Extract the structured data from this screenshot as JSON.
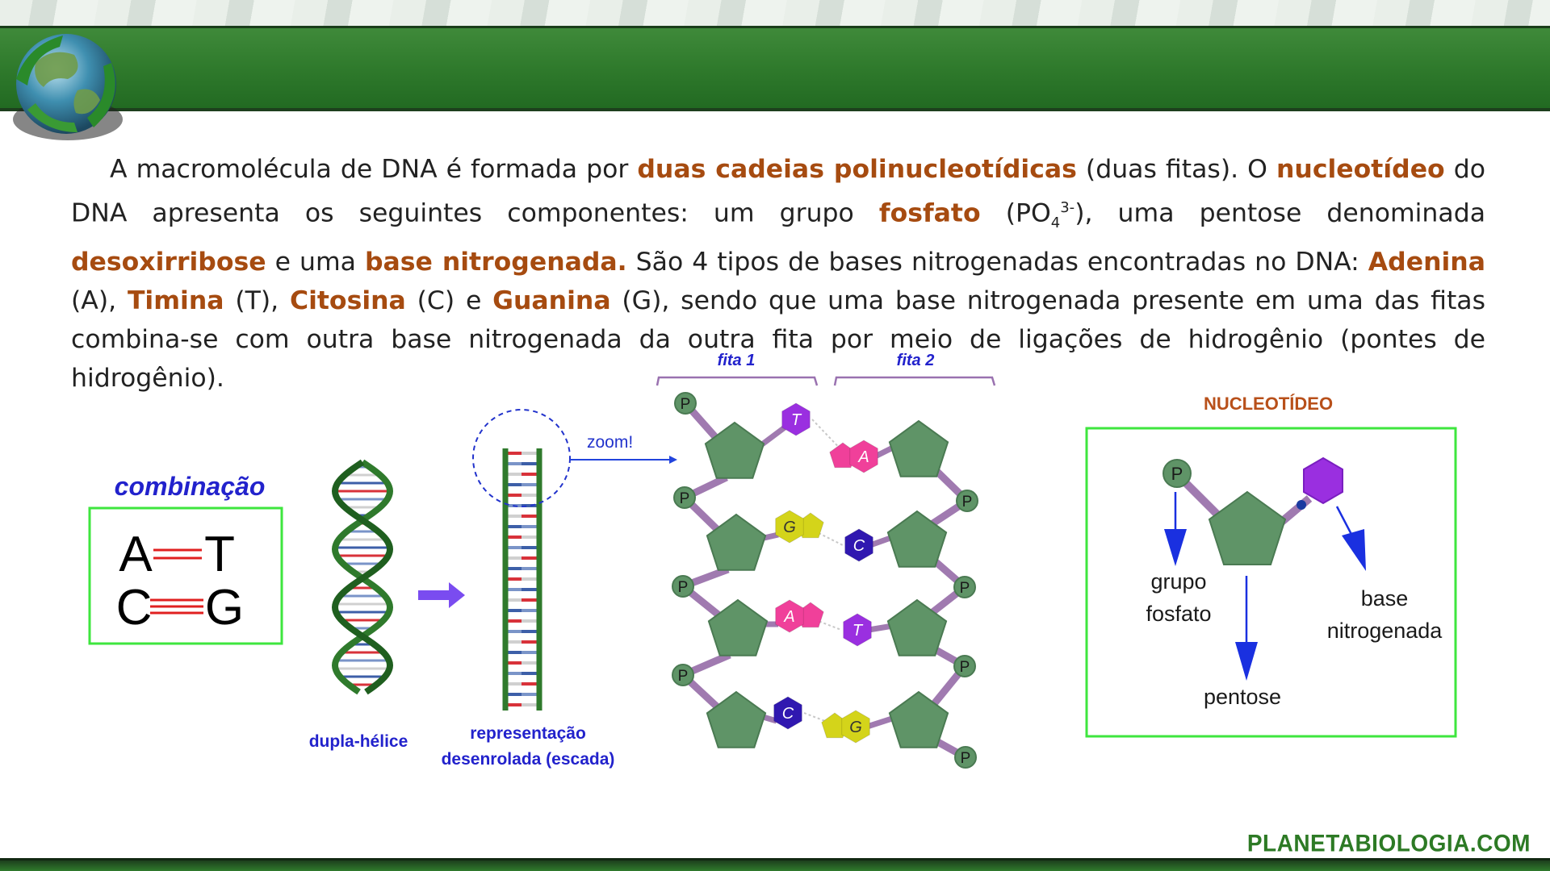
{
  "paragraph": {
    "p1": "A macromolécula de DNA é formada por ",
    "h1": "duas cadeias polinucleotídicas",
    "p2": " (duas fitas). O ",
    "h2": "nucleotídeo",
    "p3": " do DNA apresenta os seguintes componentes: um grupo ",
    "h3": "fosfato",
    "p4": " (PO",
    "sub": "4",
    "sup": "3-",
    "p5": "), uma pentose denominada ",
    "h4": "desoxirribose",
    "p6": " e uma ",
    "h5": "base nitrogenada.",
    "p7": "  São 4 tipos de bases nitrogenadas encontradas no DNA: ",
    "h6": "Adenina",
    "p8": " (A), ",
    "h7": "Timina",
    "p9": " (T), ",
    "h8": "Citosina",
    "p10": " (C) e ",
    "h9": "Guanina",
    "p11": " (G), sendo que uma base nitrogenada presente em uma das fitas combina-se com outra base nitrogenada da outra fita por meio de ligações de hidrogênio (pontes de hidrogênio)."
  },
  "combination": {
    "title": "combinação",
    "row1": {
      "left": "A",
      "right": "T"
    },
    "row2": {
      "left": "C",
      "right": "G"
    }
  },
  "labels": {
    "double_helix": "dupla-hélice",
    "ladder_line1": "representação",
    "ladder_line2": "desenrolada (escada)",
    "zoom": "zoom!",
    "strand1": "fita 1",
    "strand2": "fita 2",
    "phosphate": "P"
  },
  "bases": {
    "left": [
      "T",
      "G",
      "A",
      "C"
    ],
    "right": [
      "A",
      "C",
      "T",
      "G"
    ]
  },
  "nucleotide": {
    "title": "NUCLEOTÍDEO",
    "phosphate_label_1": "grupo",
    "phosphate_label_2": "fosfato",
    "pentose_label": "pentose",
    "base_label_1": "base",
    "base_label_2": "nitrogenada",
    "phosphate": "P"
  },
  "footer": {
    "site": "PLANETABIOLOGIA.COM"
  },
  "colors": {
    "header_green": "#2f7a2c",
    "highlight": "#a64b10",
    "blue_label": "#2222cc",
    "pentose": "#5f9467",
    "backbone": "#a07ab0",
    "adenine": "#f0409a",
    "thymine": "#9a2fe0",
    "cytosine": "#3018b0",
    "guanine": "#d4d41a",
    "box_border": "#3ee63e",
    "nucleotide_title": "#b8501a"
  }
}
